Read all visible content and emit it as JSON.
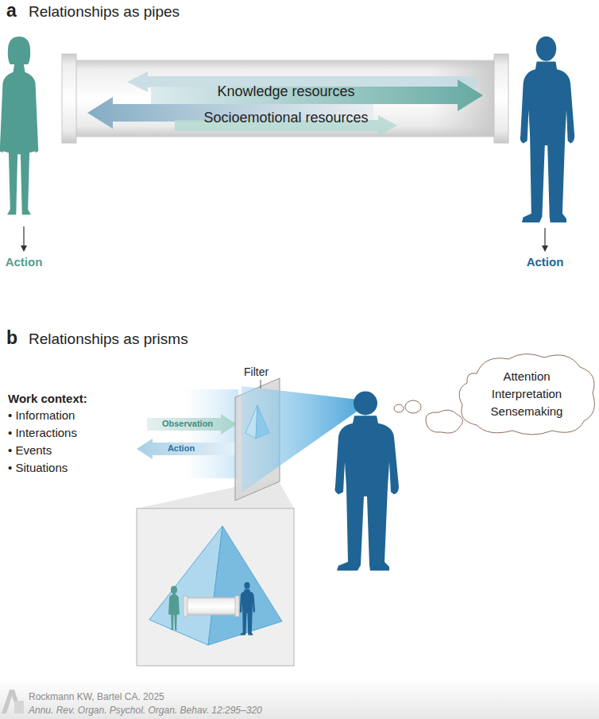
{
  "diagram": {
    "nodes": [
      {
        "text": [
          "Knowledge resources",
          "Socioemotional resources"
        ]
      },
      {
        "text": [
          "Attention",
          "Interpretation",
          "Sensemaking"
        ]
      }
    ],
    "labels": [
      "a",
      "Relationships as pipes",
      "Action",
      "Action",
      "b",
      "Relationships as prisms",
      "Filter",
      "Work context:",
      "• Information",
      "• Interactions",
      "• Events",
      "• Situations",
      "Observation",
      "Action",
      "Rockmann KW, Bartel CA. 2025",
      "Annu. Rev. Organ. Psychol. Organ. Behav. 12:295–320"
    ]
  }
}
